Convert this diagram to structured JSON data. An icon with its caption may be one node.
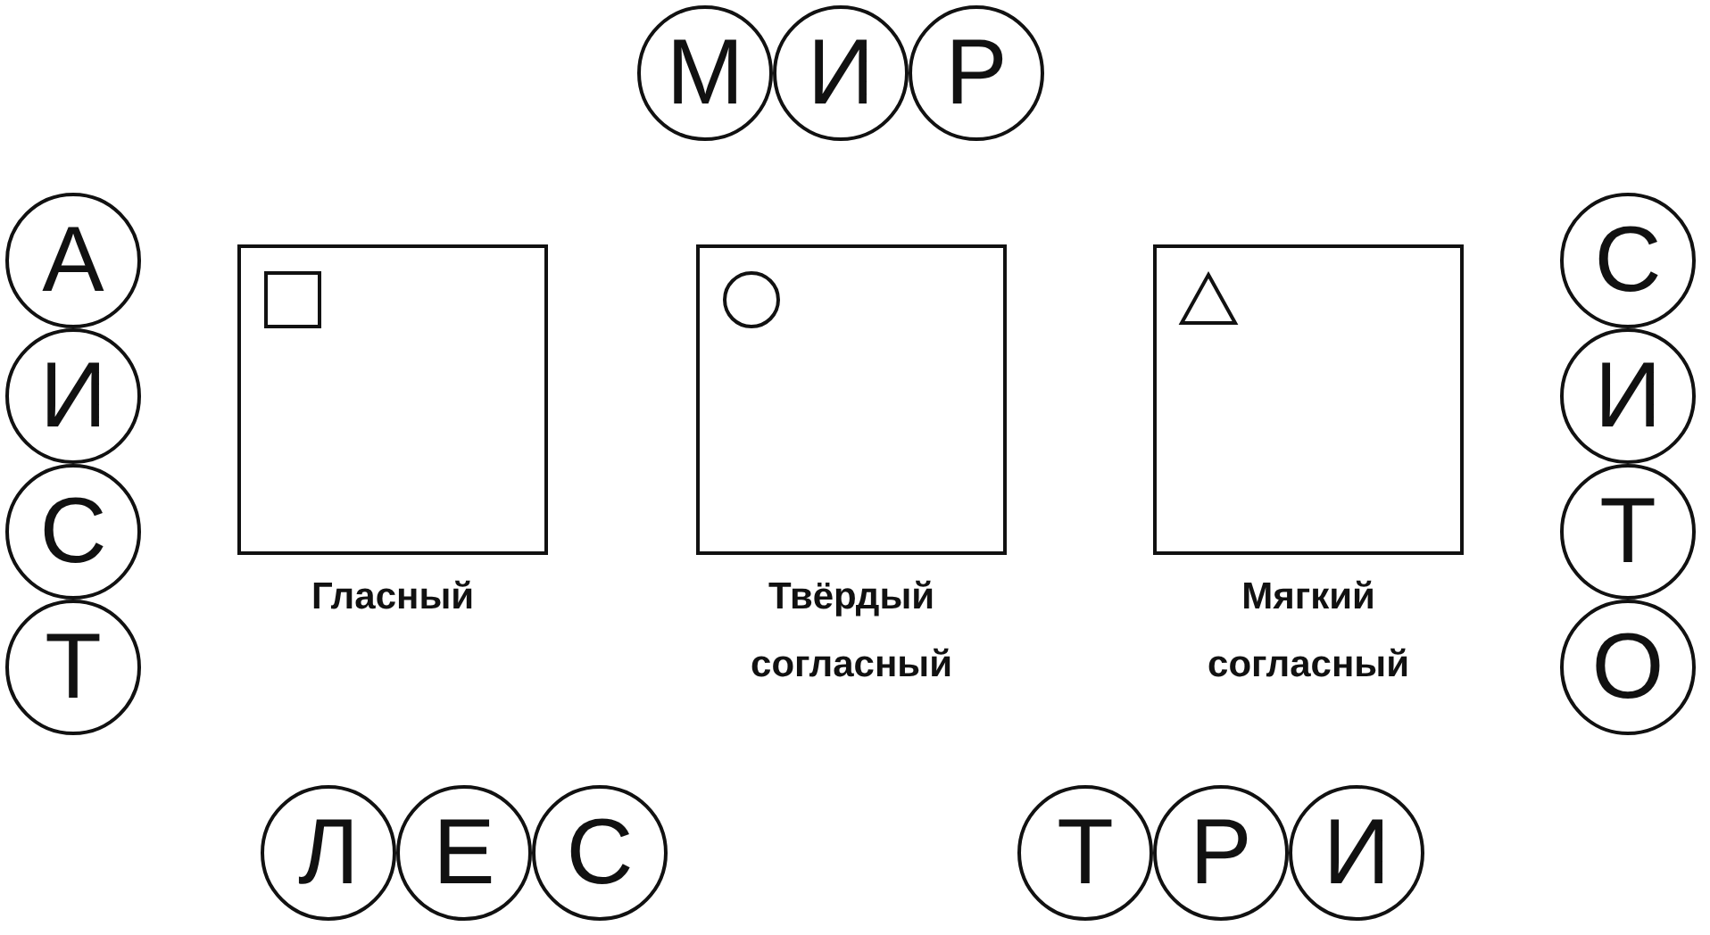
{
  "diagram": {
    "nodes": [
      {
        "text": [
          "М"
        ]
      },
      {
        "text": [
          "И"
        ]
      },
      {
        "text": [
          "Р"
        ]
      },
      {
        "text": [
          "А"
        ]
      },
      {
        "text": [
          "И"
        ]
      },
      {
        "text": [
          "С"
        ]
      },
      {
        "text": [
          "Т"
        ]
      },
      {
        "text": [],
        "shape": "box",
        "beside": [
          "Гласный"
        ]
      },
      {
        "text": [],
        "shape": "box",
        "beside": [
          "Твёрдый согласный"
        ]
      },
      {
        "text": [],
        "shape": "box",
        "beside": [
          "Мягкий согласный"
        ]
      },
      {
        "text": [
          "С"
        ]
      },
      {
        "text": [
          "И"
        ]
      },
      {
        "text": [
          "Т"
        ]
      },
      {
        "text": [
          "О"
        ]
      },
      {
        "text": [
          "Л"
        ]
      },
      {
        "text": [
          "Е"
        ]
      },
      {
        "text": [
          "С"
        ]
      },
      {
        "text": [
          "Т"
        ]
      },
      {
        "text": [
          "Р"
        ]
      },
      {
        "text": [
          "И"
        ]
      }
    ]
  }
}
